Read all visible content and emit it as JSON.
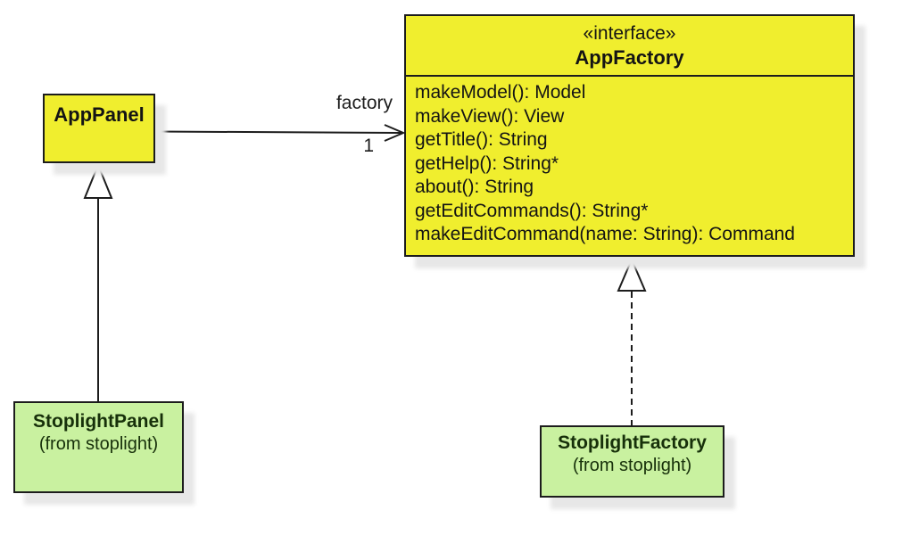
{
  "appPanel": {
    "title": "AppPanel"
  },
  "appFactory": {
    "stereotype": "«interface»",
    "title": "AppFactory",
    "methods": [
      "makeModel(): Model",
      "makeView(): View",
      "getTitle(): String",
      "getHelp(): String*",
      "about(): String",
      "getEditCommands(): String*",
      "makeEditCommand(name: String): Command"
    ]
  },
  "stoplightPanel": {
    "title": "StoplightPanel",
    "subtitle": "(from stoplight)"
  },
  "stoplightFactory": {
    "title": "StoplightFactory",
    "subtitle": "(from stoplight)"
  },
  "association": {
    "label": "factory",
    "multiplicity": "1"
  },
  "colors": {
    "classFill": "#f0ee2e",
    "packageFill": "#c9f1a0",
    "border": "#1c1c1c",
    "shadow": "#e7e7e7",
    "background": "#ffffff"
  }
}
